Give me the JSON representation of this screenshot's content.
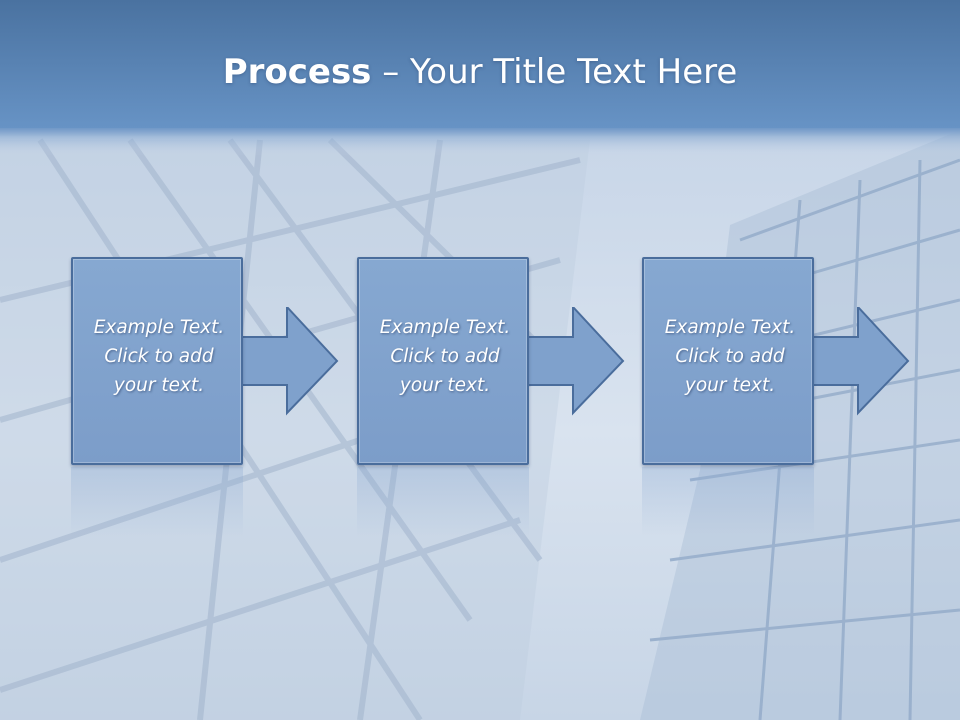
{
  "title": {
    "bold": "Process",
    "rest": " – Your Title Text Here"
  },
  "steps": [
    {
      "line1": "Example Text.",
      "line2": "Click  to add",
      "line3": "your text."
    },
    {
      "line1": "Example Text.",
      "line2": "Click  to add",
      "line3": "your text."
    },
    {
      "line1": "Example Text.",
      "line2": "Click  to add",
      "line3": "your text."
    }
  ],
  "colors": {
    "box_fill": "#7fa1cc",
    "box_border": "#4a6d9c",
    "arrow_fill": "#7fa1cc",
    "header": "#5a86b8",
    "text": "#ffffff"
  }
}
